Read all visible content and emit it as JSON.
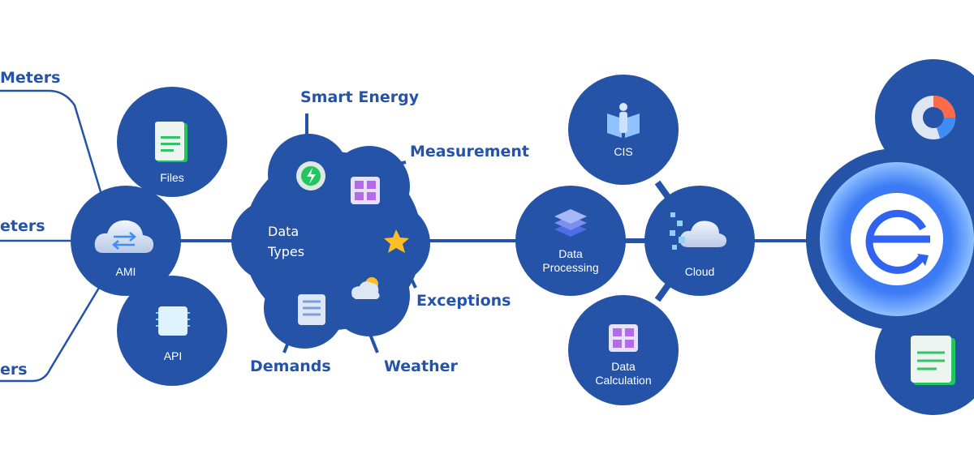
{
  "colors": {
    "node": "#2453a8",
    "line": "#2453a8",
    "label": "#2453a8",
    "accent": "#3d7cf5"
  },
  "sources": {
    "top_label": "Meters",
    "middle_label": "eters",
    "bottom_label": "ers"
  },
  "ingest": {
    "ami": {
      "label": "AMI",
      "icon": "cloud-sync-icon"
    },
    "files": {
      "label": "Files",
      "icon": "document-icon"
    },
    "api": {
      "label": "API",
      "icon": "chip-icon"
    }
  },
  "data_types": {
    "title_line1": "Data",
    "title_line2": "Types",
    "labels": {
      "smart_energy": "Smart Energy",
      "measurement": "Measurement",
      "exceptions": "Exceptions",
      "demands": "Demands",
      "weather": "Weather"
    }
  },
  "processing": {
    "data_processing": {
      "line1": "Data",
      "line2": "Processing",
      "icon": "layers-icon"
    },
    "cloud": {
      "label": "Cloud",
      "icon": "cloud-icon"
    },
    "cis": {
      "label": "CIS",
      "icon": "person-book-icon"
    },
    "data_calculation": {
      "line1": "Data",
      "line2": "Calculation",
      "icon": "calculator-icon"
    }
  },
  "platform": {
    "logo_icon": "e-logo-icon",
    "top_icon": "donut-chart-icon",
    "bottom_icon": "report-icon"
  }
}
